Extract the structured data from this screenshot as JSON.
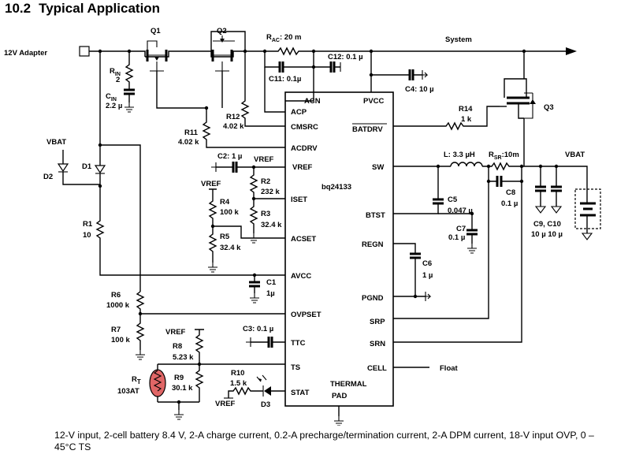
{
  "heading": {
    "number": "10.2",
    "title": "Typical Application"
  },
  "chip": {
    "name": "bq24133",
    "left_pins": [
      "ACN",
      "ACP",
      "CMSRC",
      "ACDRV",
      "VREF",
      "ISET",
      "ACSET",
      "AVCC",
      "OVPSET",
      "TTC",
      "TS",
      "STAT"
    ],
    "right_pins": [
      "PVCC",
      "BATDRV",
      "SW",
      "BTST",
      "REGN",
      "PGND",
      "SRP",
      "SRN",
      "CELL"
    ],
    "bottom_label_1": "THERMAL",
    "bottom_label_2": "PAD"
  },
  "nets": {
    "adapter": "12V  Adapter",
    "system": "System",
    "vbat_left": "VBAT",
    "vbat_right": "VBAT",
    "vref_c2": "VREF",
    "vref_r4": "VREF",
    "vref_r8": "VREF",
    "vref_r10": "VREF",
    "float": "Float"
  },
  "components": {
    "q1": "Q1",
    "q2": "Q2",
    "q3": "Q3",
    "rac": "R",
    "rac_sub": "AC",
    "rac_val": ": 20 m",
    "c12": "C12: 0.1 µ",
    "c11": "C11: 0.1µ",
    "c4": "C4: 10 µ",
    "rin": "R",
    "rin_sub": "IN",
    "rin_val": "2",
    "cin": "C",
    "cin_sub": "IN",
    "cin_val": "2.2 µ",
    "r12": "R12",
    "r12_val": "4.02 k",
    "r11": "R11",
    "r11_val": "4.02 k",
    "r14": "R14",
    "r14_val": "1 k",
    "d1": "D1",
    "d2": "D2",
    "d3": "D3",
    "r1": "R1",
    "r1_val": "10",
    "c2": "C2: 1 µ",
    "r2": "R2",
    "r2_val": "232 k",
    "r3": "R3",
    "r3_val": "32.4 k",
    "r4": "R4",
    "r4_val": "100 k",
    "r5": "R5",
    "r5_val": "32.4 k",
    "l": "L: 3.3 µH",
    "rsr": "R",
    "rsr_sub": "SR",
    "rsr_val": ":10m",
    "c5": "C5",
    "c5_val": "0.047 µ",
    "c7": "C7",
    "c7_val": "0.1 µ",
    "c8": "C8",
    "c8_val": "0.1 µ",
    "c6": "C6",
    "c6_val": "1 µ",
    "c910": "C9, C10",
    "c910_val": "10 µ  10 µ",
    "c1": "C1",
    "c1_val": "1µ",
    "r6": "R6",
    "r6_val": "1000 k",
    "r7": "R7",
    "r7_val": "100 k",
    "c3": "C3: 0.1 µ",
    "r8": "R8",
    "r8_val": "5.23 k",
    "r9": "R9",
    "r9_val": "30.1 k",
    "rt": "R",
    "rt_sub": "T",
    "rt_val": "103AT",
    "r10": "R10",
    "r10_val": "1.5 k"
  },
  "colors": {
    "thermistor_fill": "#e06666",
    "battery_outline": "#000000"
  },
  "caption": "12-V input, 2-cell battery 8.4 V, 2-A charge current, 0.2-A precharge/termination current, 2-A DPM current, 18-V input OVP, 0 – 45°C TS"
}
